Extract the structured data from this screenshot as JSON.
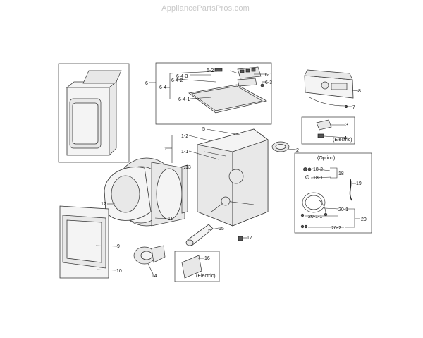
{
  "watermark": "AppliancePartsPros.com",
  "callouts": {
    "c1": "1",
    "c1_1": "1-1",
    "c1_2": "1-2",
    "c2": "2",
    "c3": "3",
    "c4": "4",
    "c5": "5",
    "c6": "6",
    "c6_1": "6-1",
    "c6_2": "6-2",
    "c6_3": "6-3",
    "c6_4": "6-4",
    "c6_4_1": "6-4-1",
    "c6_4_2": "6-4-2",
    "c6_4_3": "6-4-3",
    "c7": "7",
    "c8": "8",
    "c9": "9",
    "c10": "10",
    "c11": "11",
    "c12": "12",
    "c13": "13",
    "c14": "14",
    "c15": "15",
    "c16": "16",
    "c17": "17",
    "c18": "18",
    "c18_1": "18-1",
    "c18_2": "18-2",
    "c19": "19",
    "c20": "20",
    "c20_1": "20-1",
    "c20_1_1": "20-1-1",
    "c20_2": "20-2"
  },
  "boxes": {
    "electric_top": "(Electric)",
    "electric_bottom": "(Electric)",
    "option": "(Option)"
  }
}
